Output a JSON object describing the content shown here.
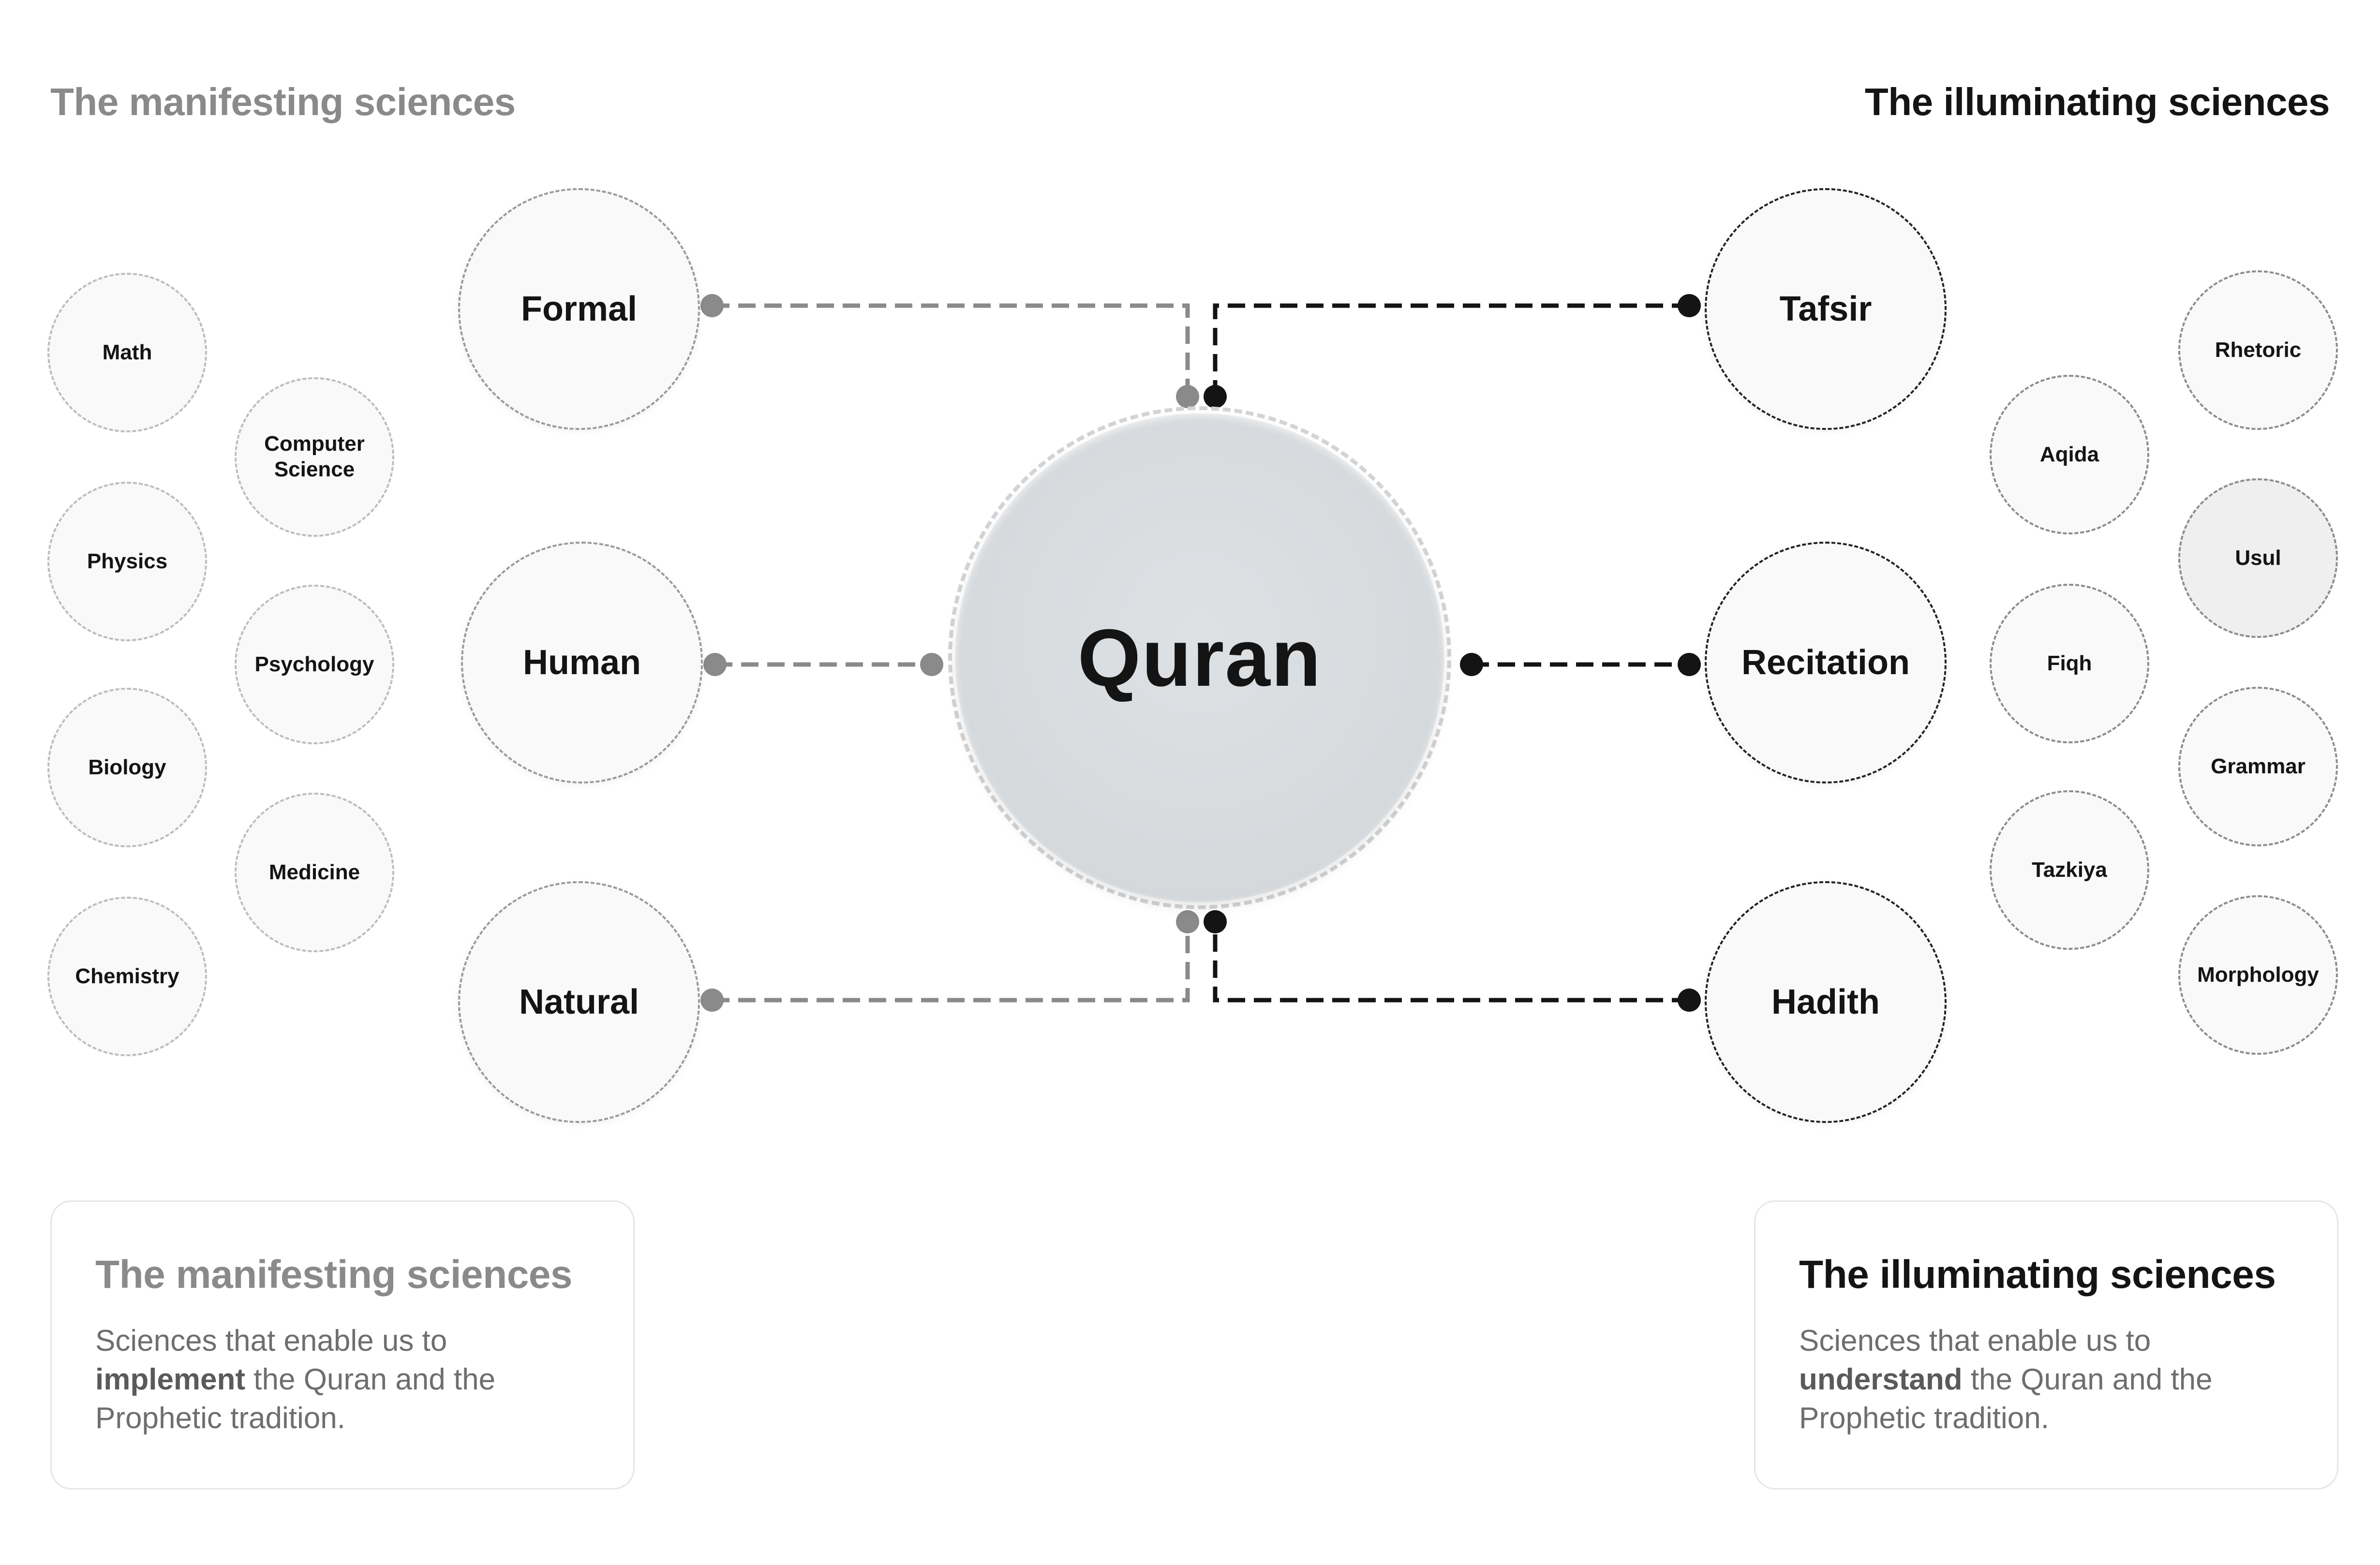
{
  "headings": {
    "left": "The manifesting sciences",
    "right": "The illuminating sciences"
  },
  "center": {
    "label": "Quran"
  },
  "manifesting": {
    "categories": [
      {
        "label": "Formal"
      },
      {
        "label": "Human"
      },
      {
        "label": "Natural"
      }
    ],
    "subjects": [
      {
        "label": "Math"
      },
      {
        "label": "Computer Science"
      },
      {
        "label": "Physics"
      },
      {
        "label": "Psychology"
      },
      {
        "label": "Biology"
      },
      {
        "label": "Medicine"
      },
      {
        "label": "Chemistry"
      }
    ]
  },
  "illuminating": {
    "categories": [
      {
        "label": "Tafsir"
      },
      {
        "label": "Recitation"
      },
      {
        "label": "Hadith"
      }
    ],
    "subjects": [
      {
        "label": "Rhetoric"
      },
      {
        "label": "Aqida"
      },
      {
        "label": "Usul"
      },
      {
        "label": "Fiqh"
      },
      {
        "label": "Grammar"
      },
      {
        "label": "Tazkiya"
      },
      {
        "label": "Morphology"
      }
    ]
  },
  "cards": {
    "left": {
      "title": "The manifesting sciences",
      "text_before": "Sciences that enable us to ",
      "emphasis": "implement",
      "text_after": " the Quran and the Prophetic tradition."
    },
    "right": {
      "title": "The illuminating sciences",
      "text_before": "Sciences that enable us to ",
      "emphasis": "understand",
      "text_after": " the Quran and the Prophetic tradition."
    }
  },
  "colors": {
    "manifesting_line": "#8a8a8a",
    "illuminating_line": "#141414",
    "center_fill": "#d6dadd"
  },
  "icons": {
    "connector_endpoint": "filled-dot"
  }
}
